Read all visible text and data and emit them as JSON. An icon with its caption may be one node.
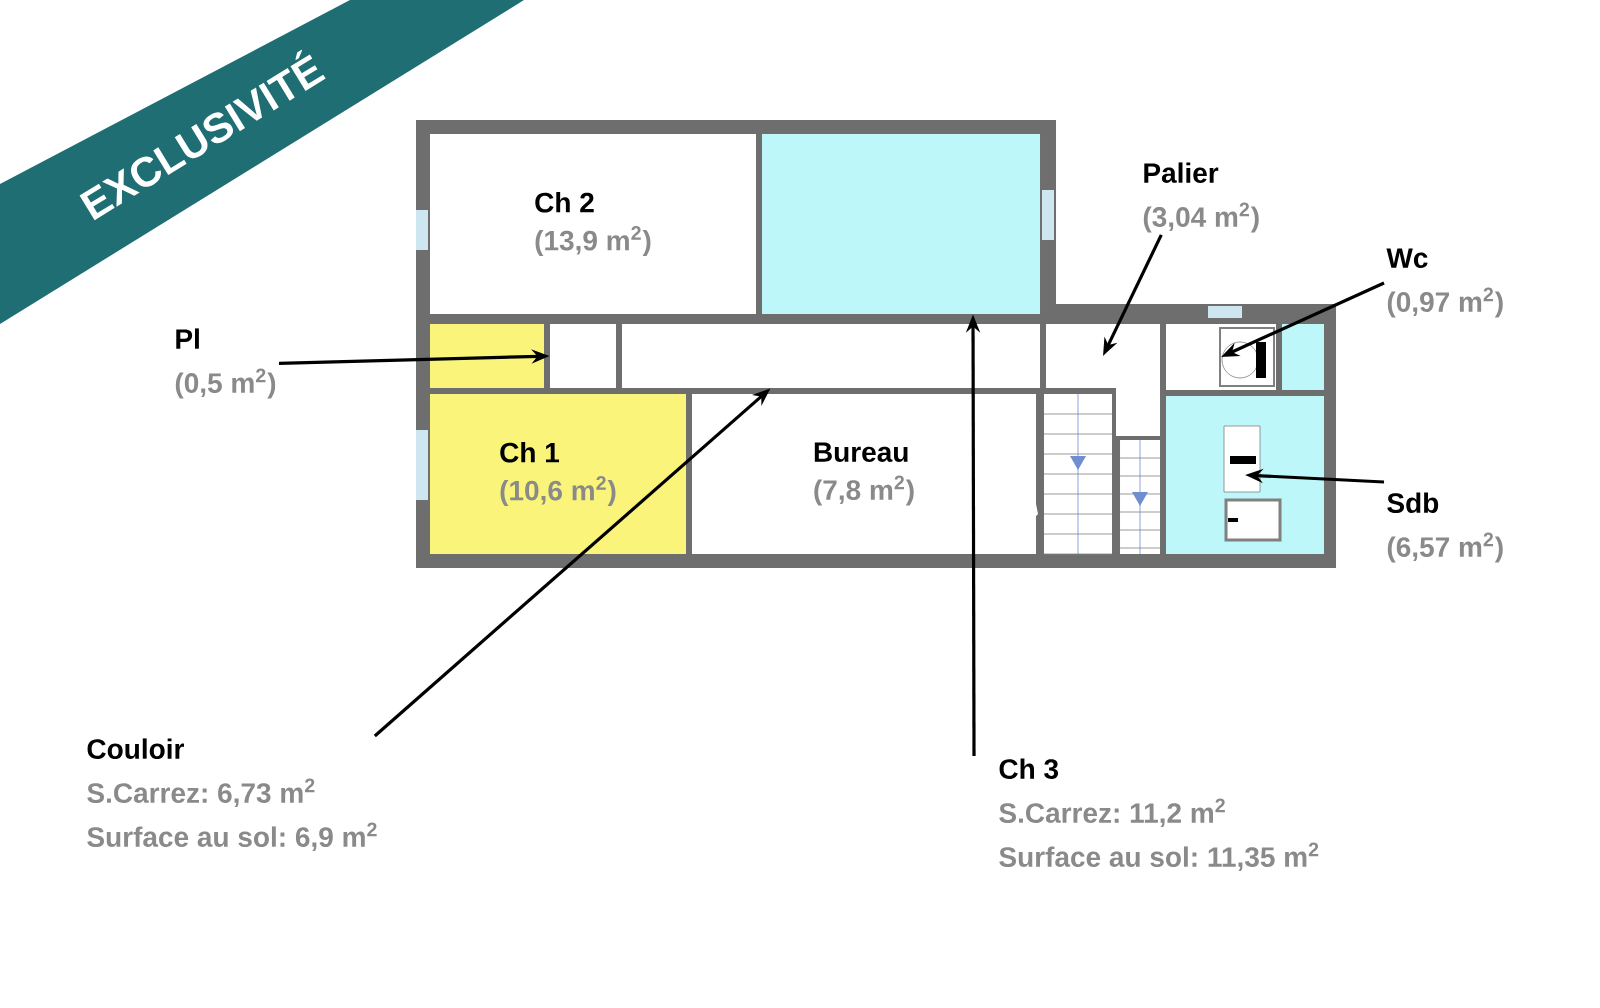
{
  "diagram": {
    "nodes": [
      {
        "text": [
          "Ch 2",
          "(13,9 m$^{2}$)"
        ]
      },
      {
        "text": [],
        "shape": "box"
      },
      {
        "text": [
          "Palier",
          "(3,04 m$^{2}$)"
        ]
      },
      {
        "text": [
          "Wc",
          "(0,97 m$^{2}$)"
        ]
      },
      {
        "text": [
          "Pl",
          "(0,5 m$^{2}$)"
        ]
      },
      {
        "text": [],
        "shape": "box"
      },
      {
        "text": [],
        "shape": "box"
      },
      {
        "text": [],
        "shape": "box"
      },
      {
        "text": [],
        "shape": "box"
      },
      {
        "text": [
          "Ch 1",
          "(10,6 m$^{2}$)"
        ]
      },
      {
        "text": [
          "Bureau",
          "(7,8 m$^{2}$)"
        ]
      },
      {
        "text": [],
        "shape": "box"
      },
      {
        "text": [
          "Sdb",
          "(6,57 m$^{2}$)"
        ]
      },
      {
        "text": [
          "Couloir",
          "S.Carrez: 6,73 m$^{2}$",
          "Surface au sol: 6,9 m$^{2}$"
        ]
      },
      {
        "text": [
          "Ch 3",
          "S.Carrez: 11,2 m$^{2}$",
          "Surface au sol: 11,35 m$^{2}$"
        ]
      }
    ],
    "edges": [
      {
        "from": 4,
        "to": 5,
        "arrow": "to"
      },
      {
        "from": 13,
        "to": 6,
        "arrow": "to"
      },
      {
        "from": 14,
        "to": 1,
        "arrow": "to"
      },
      {
        "from": 2,
        "to": 7,
        "arrow": "to"
      },
      {
        "from": 3,
        "to": 8,
        "arrow": "to"
      },
      {
        "from": 12,
        "to": 11,
        "arrow": "to"
      }
    ],
    "labels": [
      "EXCLUSIVITÉ"
    ]
  }
}
